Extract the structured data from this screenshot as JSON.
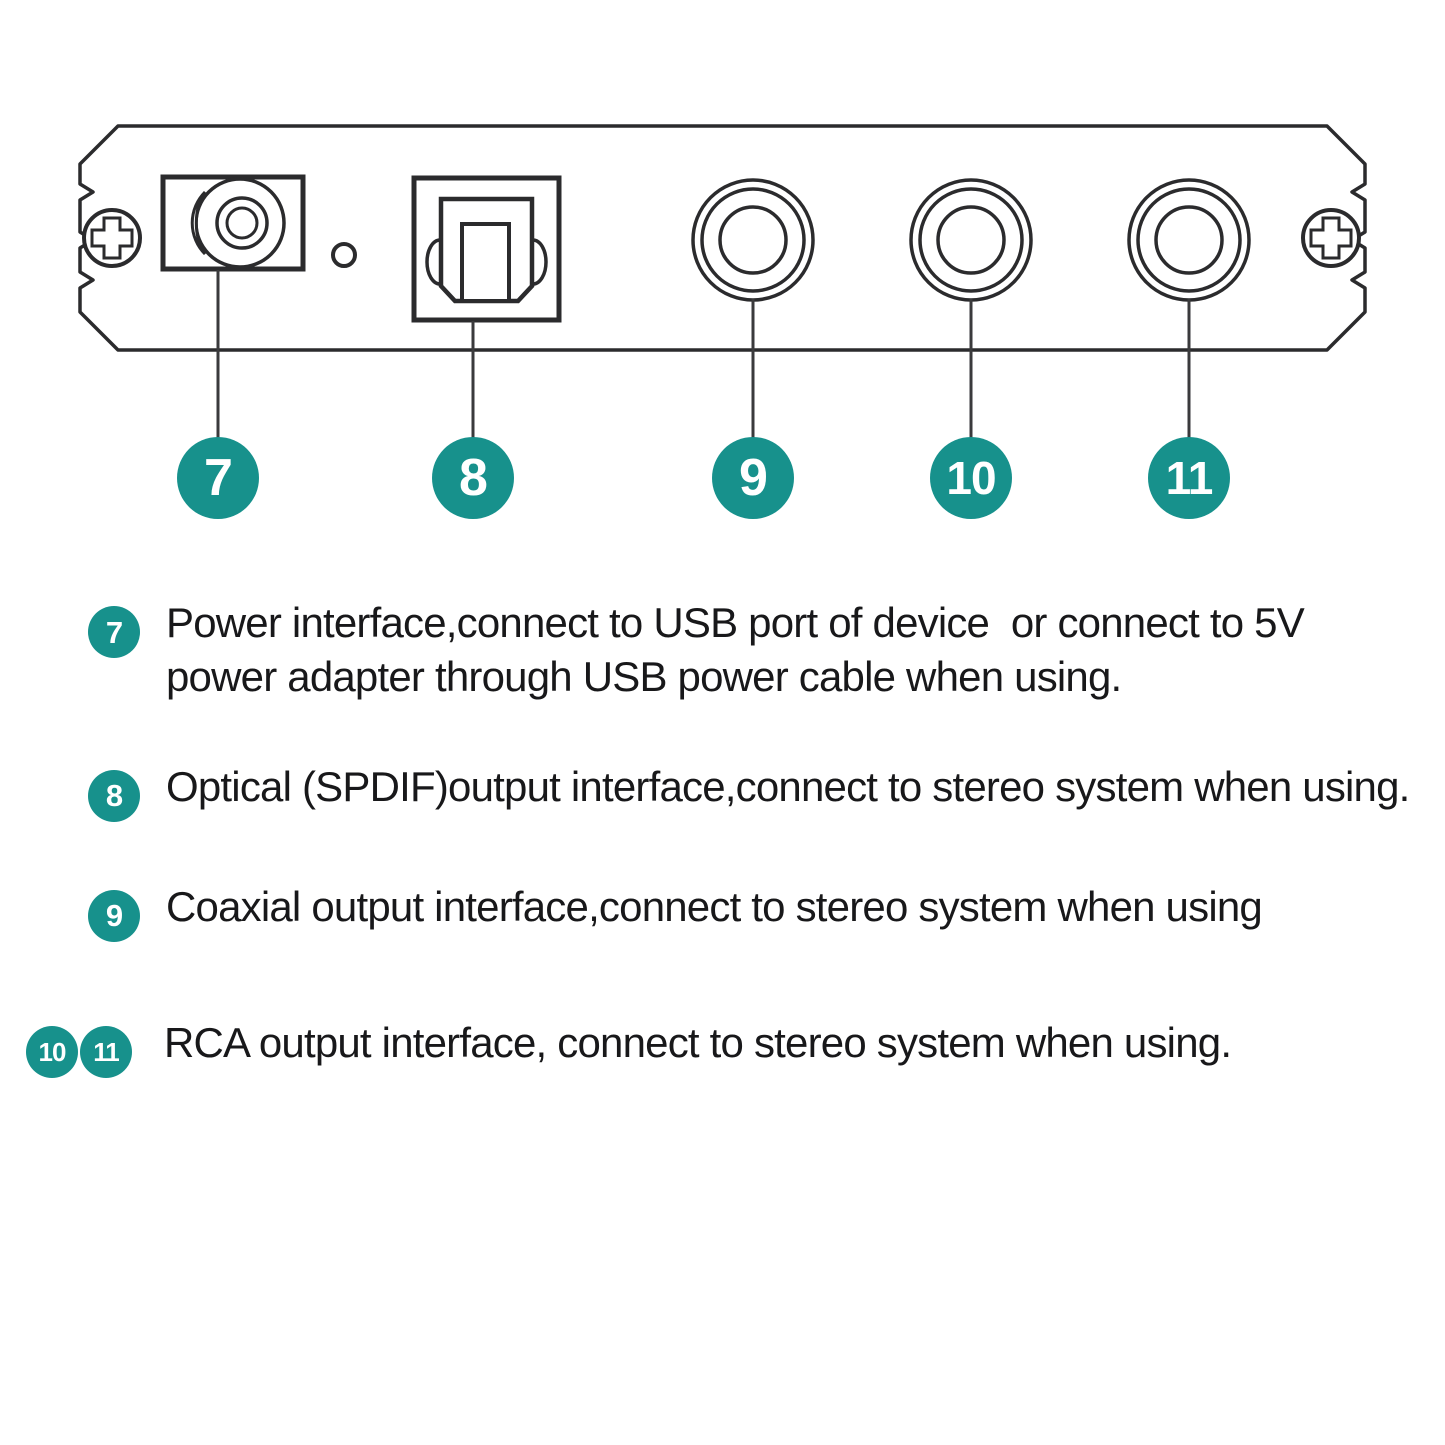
{
  "colors": {
    "badge_teal": "#17918C",
    "line_dark": "#2B2B2D",
    "text_dark": "#18181A",
    "background": "#FFFFFF"
  },
  "diagram": {
    "name": "rear-panel-of-audio-dac-converter",
    "callouts": [
      {
        "number": "7",
        "port": "power-jack"
      },
      {
        "number": "8",
        "port": "optical-spdif-toslink-port"
      },
      {
        "number": "9",
        "port": "coaxial-rca-jack"
      },
      {
        "number": "10",
        "port": "rca-output-jack-left"
      },
      {
        "number": "11",
        "port": "rca-output-jack-right"
      }
    ],
    "hardware": [
      {
        "name": "phillips-screw-left"
      },
      {
        "name": "phillips-screw-right"
      },
      {
        "name": "led-indicator-hole"
      }
    ]
  },
  "legend": {
    "items": [
      {
        "badges": [
          "7"
        ],
        "text": "Power interface,connect to USB port of device  or connect to 5V power adapter through USB power cable when using."
      },
      {
        "badges": [
          "8"
        ],
        "text": "Optical (SPDIF)output interface,connect to stereo system when using."
      },
      {
        "badges": [
          "9"
        ],
        "text": "Coaxial output interface,connect to stereo system when using"
      },
      {
        "badges": [
          "10",
          "11"
        ],
        "text": "RCA output interface, connect to stereo system when using."
      }
    ]
  }
}
